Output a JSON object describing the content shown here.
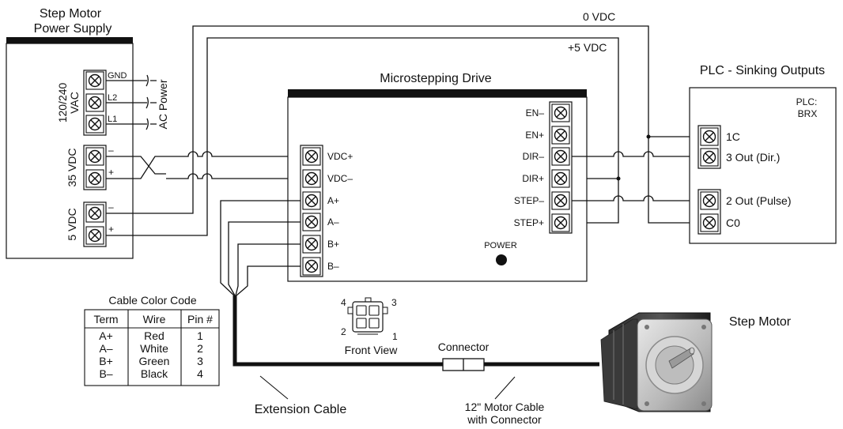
{
  "power_supply": {
    "title_line1": "Step Motor",
    "title_line2": "Power Supply",
    "vac_label_line1": "120/240",
    "vac_label_line2": "VAC",
    "ac_power_label": "AC Power",
    "vdc35_label": "35 VDC",
    "vdc5_label": "5 VDC",
    "terminals": {
      "gnd": "GND",
      "l2": "L2",
      "l1": "L1",
      "minus": "–",
      "plus": "+"
    }
  },
  "rails": {
    "zero_vdc": "0 VDC",
    "plus5_vdc": "+5 VDC"
  },
  "drive": {
    "title": "Microstepping Drive",
    "left_terminals": [
      "VDC+",
      "VDC–",
      "A+",
      "A–",
      "B+",
      "B–"
    ],
    "right_terminals": [
      "EN–",
      "EN+",
      "DIR–",
      "DIR+",
      "STEP–",
      "STEP+"
    ],
    "power_label": "POWER"
  },
  "plc": {
    "title": "PLC - Sinking Outputs",
    "name_line1": "PLC:",
    "name_line2": "BRX",
    "terminals": [
      "1C",
      "3 Out (Dir.)",
      "2 Out (Pulse)",
      "C0"
    ]
  },
  "cable_table": {
    "caption": "Cable Color Code",
    "headers": [
      "Term",
      "Wire",
      "Pin #"
    ],
    "rows": [
      [
        "A+",
        "Red",
        "1"
      ],
      [
        "A–",
        "White",
        "2"
      ],
      [
        "B+",
        "Green",
        "3"
      ],
      [
        "B–",
        "Black",
        "4"
      ]
    ]
  },
  "connector_view": {
    "pin4": "4",
    "pin3": "3",
    "pin2": "2",
    "pin1": "1",
    "caption": "Front View"
  },
  "labels": {
    "connector": "Connector",
    "extension_cable": "Extension Cable",
    "motor_cable_line1": "12\" Motor Cable",
    "motor_cable_line2": "with Connector",
    "step_motor": "Step Motor"
  }
}
